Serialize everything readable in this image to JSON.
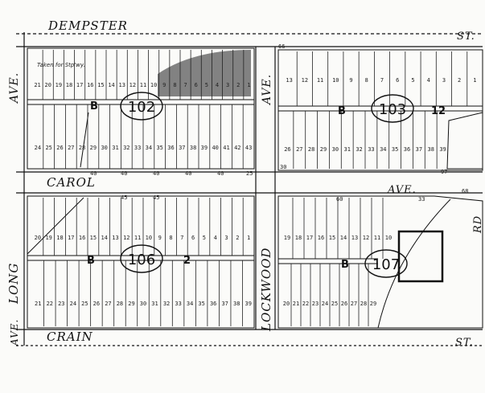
{
  "streets": {
    "dempster": "DEMPSTER",
    "st_top": "ST.",
    "ave_left_top": "AVE.",
    "ave_mid_top": "AVE.",
    "carol": "CAROL",
    "ave_mid_right": "AVE.",
    "long": "LONG",
    "ave_left_bottom": "AVE.",
    "lockwood": "LOCKWOOD",
    "crain": "CRAIN",
    "st_bottom": "ST.",
    "rd_right": "RD"
  },
  "blocks": {
    "b102": "102",
    "b103": "103",
    "b106": "106",
    "b107": "107"
  },
  "block_letters": {
    "b102_letter": "B",
    "b103_letter": "B",
    "b106_letter": "B",
    "b107_letter": "B",
    "b106_num": "2",
    "b103_num": "12"
  },
  "notes": {
    "taken_for_stp": "Taken for Stp'wy."
  },
  "lots_102": [
    "21",
    "20",
    "19",
    "18",
    "17",
    "16",
    "15",
    "14",
    "13",
    "12",
    "11",
    "10",
    "9",
    "8",
    "7",
    "6",
    "5",
    "4",
    "3",
    "2",
    "1"
  ],
  "lots_102_bottom": [
    "24",
    "25",
    "26",
    "27",
    "28",
    "29",
    "30",
    "31",
    "32",
    "33",
    "34",
    "35",
    "36",
    "37",
    "38",
    "39",
    "40",
    "41",
    "42",
    "43"
  ],
  "lots_103_top": [
    "13",
    "12",
    "11",
    "10",
    "9",
    "8",
    "7",
    "6",
    "5",
    "4",
    "3",
    "2",
    "1"
  ],
  "lots_103_bottom": [
    "26",
    "27",
    "28",
    "29",
    "30",
    "31",
    "32",
    "33",
    "34",
    "35",
    "36",
    "37",
    "38",
    "39"
  ],
  "lots_106_top": [
    "20",
    "19",
    "18",
    "17",
    "16",
    "15",
    "14",
    "13",
    "12",
    "11",
    "10",
    "9",
    "8",
    "7",
    "6",
    "5",
    "4",
    "3",
    "2",
    "1"
  ],
  "lots_106_bottom": [
    "21",
    "22",
    "23",
    "24",
    "25",
    "26",
    "27",
    "28",
    "29",
    "30",
    "31",
    "32",
    "33",
    "34",
    "35",
    "36",
    "37",
    "38",
    "39"
  ],
  "lots_107_top": [
    "19",
    "18",
    "17",
    "16",
    "15",
    "14",
    "13",
    "12",
    "11",
    "10"
  ],
  "lots_107_bottom": [
    "20",
    "21",
    "22",
    "23",
    "24",
    "25",
    "26",
    "27",
    "28",
    "29"
  ],
  "dims": {
    "d40": "40",
    "d45": "45",
    "d25": "25",
    "d30": "30",
    "d33": "33",
    "d97": "97",
    "d60": "60",
    "d68": "68",
    "d66": "66"
  }
}
